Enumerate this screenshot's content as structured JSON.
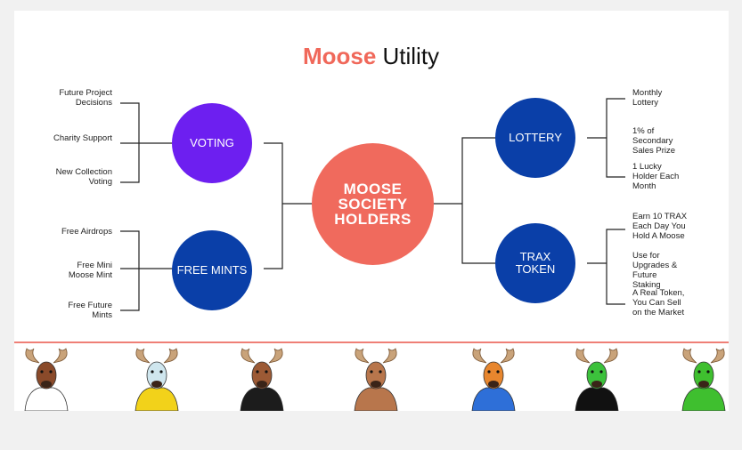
{
  "title": {
    "accent": "Moose",
    "rest": " Utility"
  },
  "center": {
    "label": "MOOSE SOCIETY HOLDERS"
  },
  "voting": {
    "label": "VOTING",
    "items": [
      "Future Project Decisions",
      "Charity Support",
      "New Collection Voting"
    ]
  },
  "free_mints": {
    "label": "FREE MINTS",
    "items": [
      "Free Airdrops",
      "Free Mini Moose Mint",
      "Free Future Mints"
    ]
  },
  "lottery": {
    "label": "LOTTERY",
    "items": [
      "Monthly Lottery",
      "1% of Secondary Sales Prize",
      "1 Lucky Holder Each Month"
    ]
  },
  "trax": {
    "label": "TRAX TOKEN",
    "items": [
      "Earn 10 TRAX Each Day You Hold A Moose",
      "Use for Upgrades & Future Staking",
      "A Real Token, You Can Sell on the Market"
    ]
  },
  "colors": {
    "accent": "#f0685a",
    "purple": "#6d1ff0",
    "blue": "#0a3fa8",
    "divider": "#ef7f76"
  },
  "moose_strip": [
    {
      "icon": "moose-avatar-red-scarf-icon",
      "shirt": "#ffffff",
      "face": "#8a4a2a"
    },
    {
      "icon": "moose-avatar-yellow-jacket-icon",
      "shirt": "#f2d21a",
      "face": "#cfe6ee"
    },
    {
      "icon": "moose-avatar-tuxedo-icon",
      "shirt": "#1c1c1c",
      "face": "#9c5a35"
    },
    {
      "icon": "moose-avatar-shirtless-icon",
      "shirt": "#b8764c",
      "face": "#b8764c"
    },
    {
      "icon": "moose-avatar-blue-shirt-laser-icon",
      "shirt": "#2e6fd8",
      "face": "#e7862e"
    },
    {
      "icon": "moose-avatar-green-bunny-icon",
      "shirt": "#111111",
      "face": "#3cc13c"
    },
    {
      "icon": "moose-avatar-green-bowtie-icon",
      "shirt": "#3fbf2f",
      "face": "#3fbf2f"
    }
  ]
}
